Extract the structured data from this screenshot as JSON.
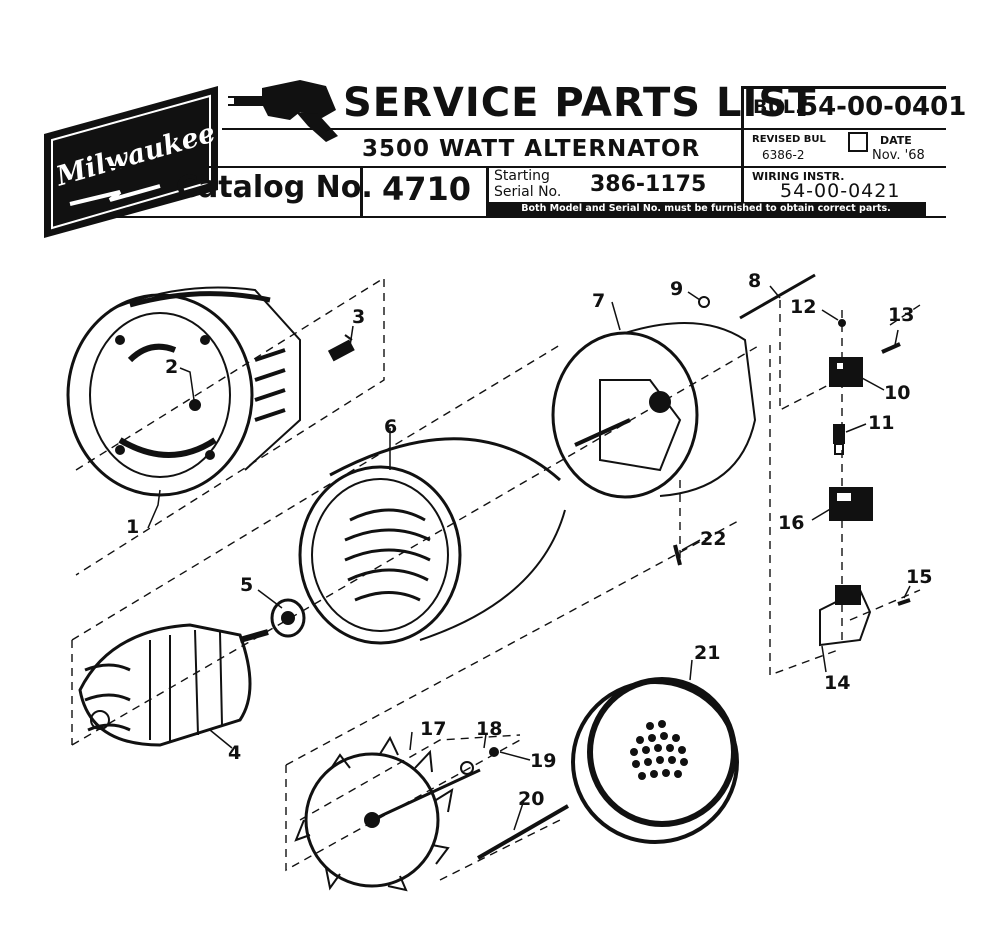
{
  "brand": {
    "logo_text": "Milwaukee"
  },
  "header": {
    "title": "SERVICE PARTS LIST",
    "subtitle": "3500 WATT ALTERNATOR",
    "bul_label": "BUL.",
    "bul_number": "54-00-0401",
    "revised_label": "REVISED BUL",
    "revised_value": "6386-2",
    "date_label": "DATE",
    "date_value": "Nov. '68",
    "catalog_label": "Catalog No.",
    "catalog_value": "4710",
    "starting_label": "Starting",
    "serial_label": "Serial No.",
    "serial_value": "386-1175",
    "wiring_label": "WIRING INSTR.",
    "wiring_value": "54-00-0421",
    "notice": "Both Model and Serial No. must be furnished to obtain correct parts."
  },
  "callouts": [
    "1",
    "2",
    "3",
    "4",
    "5",
    "6",
    "7",
    "8",
    "9",
    "10",
    "11",
    "12",
    "13",
    "14",
    "15",
    "16",
    "17",
    "18",
    "19",
    "20",
    "21",
    "22"
  ],
  "colors": {
    "ink": "#111111",
    "paper": "#ffffff"
  }
}
